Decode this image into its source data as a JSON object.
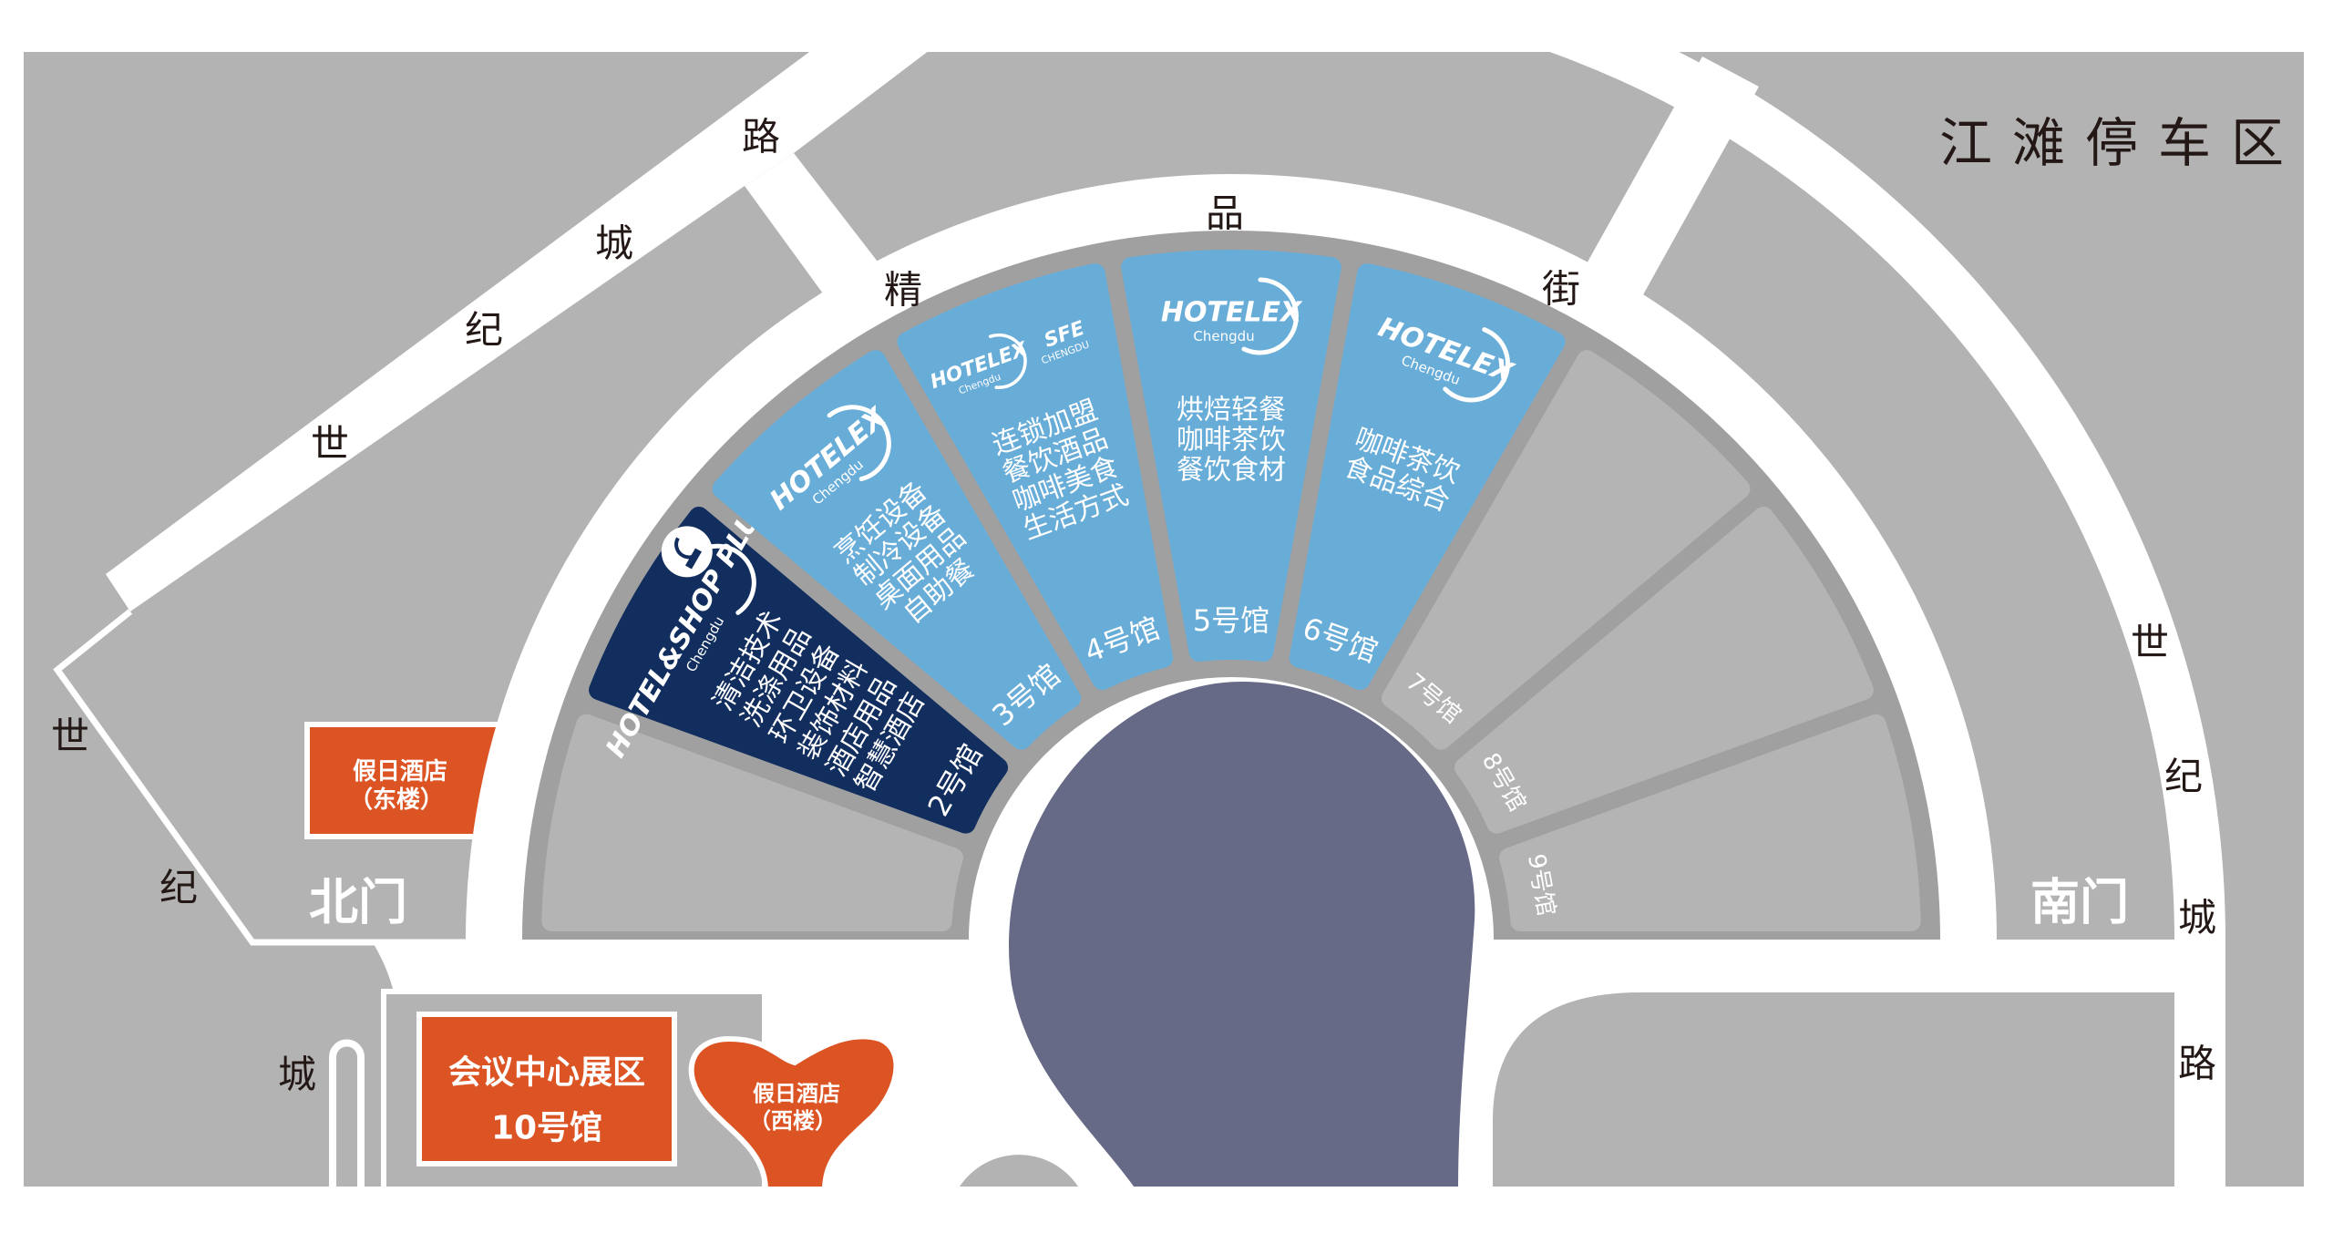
{
  "parking_area": "江滩停车区",
  "roads": {
    "upper_left": [
      "世",
      "纪",
      "城",
      "路"
    ],
    "left": [
      "世",
      "纪",
      "城"
    ],
    "right": [
      "世",
      "纪",
      "城",
      "路"
    ],
    "jingpin_street": [
      "精",
      "品",
      "街"
    ]
  },
  "gates": {
    "north": "北门",
    "south": "南门"
  },
  "venues": {
    "hotel_east": {
      "line1": "假日酒店",
      "line2": "（东楼）"
    },
    "hotel_west": {
      "line1": "假日酒店",
      "line2": "（西楼）"
    },
    "conference": {
      "line1": "会议中心展区",
      "line2": "10号馆"
    }
  },
  "colors": {
    "map_gray": "#b3b3b3",
    "band_gray": "#a0a0a0",
    "hall_blue": "#68acd8",
    "hall_navy": "#112e5e",
    "pond": "#666a86",
    "orange": "#dc5424"
  },
  "halls": [
    {
      "label": "2号馆",
      "theme": "navy",
      "lines": [
        "清洁技术",
        "洗涤用品",
        "环卫设备",
        "装饰材料",
        "酒店用品",
        "智慧酒店"
      ],
      "logos": [
        {
          "main": "HOTEL&SHOP PLUS",
          "sub": "Chengdu"
        }
      ]
    },
    {
      "label": "3号馆",
      "theme": "blue",
      "lines": [
        "烹饪设备",
        "制冷设备",
        "桌面用品",
        "自助餐"
      ],
      "logos": [
        {
          "main": "HOTELEX",
          "sub": "Chengdu"
        }
      ]
    },
    {
      "label": "4号馆",
      "theme": "blue",
      "lines": [
        "连锁加盟",
        "餐饮酒品",
        "咖啡美食",
        "生活方式"
      ],
      "logos": [
        {
          "main": "HOTELEX",
          "sub": "Chengdu"
        },
        {
          "main": "SFE",
          "sub": "CHENGDU"
        }
      ]
    },
    {
      "label": "5号馆",
      "theme": "blue",
      "lines": [
        "烘焙轻餐",
        "咖啡茶饮",
        "餐饮食材"
      ],
      "logos": [
        {
          "main": "HOTELEX",
          "sub": "Chengdu"
        }
      ]
    },
    {
      "label": "6号馆",
      "theme": "blue",
      "lines": [
        "咖啡茶饮",
        "食品综合"
      ],
      "logos": [
        {
          "main": "HOTELEX",
          "sub": "Chengdu"
        }
      ]
    },
    {
      "label": "7号馆",
      "theme": "gray",
      "lines": [],
      "logos": []
    },
    {
      "label": "8号馆",
      "theme": "gray",
      "lines": [],
      "logos": []
    },
    {
      "label": "9号馆",
      "theme": "gray",
      "lines": [],
      "logos": []
    }
  ]
}
